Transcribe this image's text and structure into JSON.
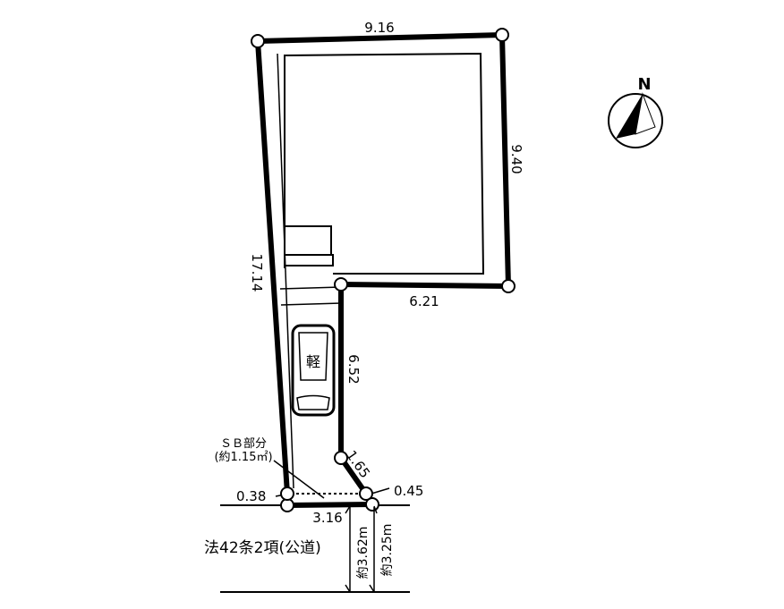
{
  "dimensions": {
    "top": "9.16",
    "right": "9.40",
    "left": "17.14",
    "step_horizontal": "6.21",
    "driveway_side": "6.52",
    "corner_cut": "1.65",
    "frontage": "3.16",
    "left_setback": "0.38",
    "right_setback": "0.45"
  },
  "setback": {
    "line1": "ＳＢ部分",
    "line2": "(約1.15㎡)"
  },
  "parking": {
    "label": "軽"
  },
  "road": {
    "label": "法42条2項(公道)",
    "width_left": "約3.62m",
    "width_right": "約3.25m"
  },
  "compass": {
    "label": "N"
  }
}
